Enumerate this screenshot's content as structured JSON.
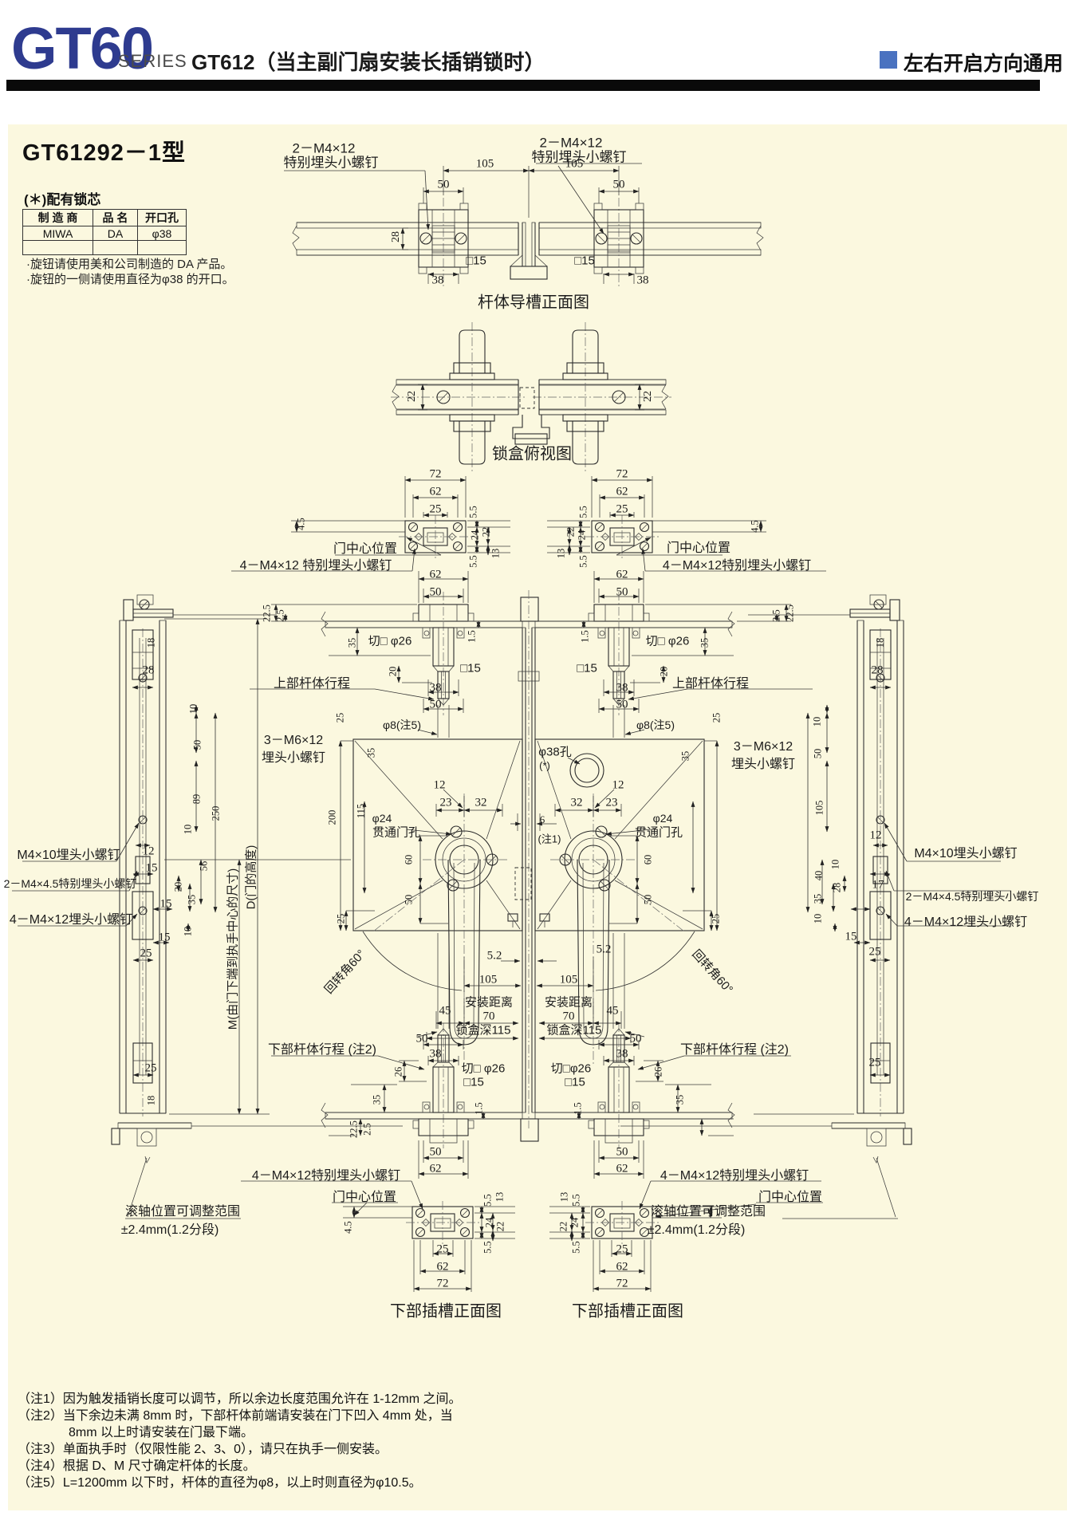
{
  "header": {
    "series": "GT60",
    "series_label": "SERIES",
    "model": "GT612（当主副门扇安装长插销锁时）",
    "badge": "左右开启方向通用",
    "accent_color": "#2e3b8f",
    "badge_color": "#4a72c0"
  },
  "title": "GT61292－1型",
  "lock_core": {
    "caption": "(＊)配有锁芯",
    "table": {
      "headers": [
        "制 造 商",
        "品 名",
        "开口孔"
      ],
      "rows": [
        [
          "MIWA",
          "DA",
          "φ38"
        ],
        [
          "",
          "",
          ""
        ]
      ]
    },
    "notes": [
      "·旋钮请使用美和公司制造的 DA 产品。",
      "·旋钮的一侧请使用直径为φ38 的开口。"
    ]
  },
  "footnotes": [
    "（注1）因为触发插销长度可以调节，所以余边长度范围允许在 1-12mm 之间。",
    "（注2）当下余边未满 8mm 时，下部杆体前端请安装在门下凹入 4mm 处，当",
    "　　　　8mm 以上时请安装在门最下端。",
    "（注3）单面执手时（仅限性能 2、3、0），请只在执手一侧安装。",
    "（注4）根据 D、M 尺寸确定杆体的长度。",
    "（注5）L=1200mm 以下时，杆体的直径为φ8，以上时则直径为φ10.5。"
  ],
  "diagram": {
    "captions": [
      "杆体导槽正面图",
      "锁盒俯视图",
      "下部插槽正面图"
    ],
    "labels": [
      [
        "2－M4×12",
        406,
        184,
        0,
        17
      ],
      [
        "特别埋头小螺钉",
        415,
        202,
        0,
        17
      ],
      [
        "2－M4×12",
        716,
        177,
        0,
        17
      ],
      [
        "特别埋头小螺钉",
        726,
        195,
        0,
        17
      ],
      [
        "105",
        608,
        206
      ],
      [
        "105",
        720,
        206
      ],
      [
        "50",
        556,
        232
      ],
      [
        "50",
        776,
        232
      ],
      [
        "28",
        497,
        297,
        -90,
        14
      ],
      [
        "□15",
        597,
        327,
        0,
        15
      ],
      [
        "□15",
        733,
        327,
        0,
        15
      ],
      [
        "38",
        549,
        352
      ],
      [
        "38",
        806,
        352
      ],
      [
        "杆体导槽正面图",
        669,
        377,
        0,
        20
      ],
      [
        "22",
        517,
        497,
        -90,
        14
      ],
      [
        "22",
        813,
        497,
        -90,
        14
      ],
      [
        "锁盒俯视图",
        667,
        567,
        0,
        20
      ],
      [
        "72",
        546,
        595
      ],
      [
        "62",
        546,
        617
      ],
      [
        "25",
        546,
        639
      ],
      [
        "5.5",
        594,
        642,
        -90,
        12.5
      ],
      [
        "24",
        596,
        671,
        -90,
        12.5
      ],
      [
        "22",
        610,
        667,
        -90,
        12.5
      ],
      [
        "13",
        622,
        694,
        -90,
        12.5
      ],
      [
        "5.5",
        594,
        704,
        -90,
        12.5
      ],
      [
        "4.5",
        378,
        657,
        -90,
        12.5
      ],
      [
        "门中心位置",
        458,
        686,
        0,
        16
      ],
      [
        "4－M4×12 特别埋头小螺钉",
        396,
        707,
        0,
        16
      ],
      [
        "72",
        780,
        595
      ],
      [
        "62",
        780,
        617
      ],
      [
        "25",
        780,
        639
      ],
      [
        "5.5",
        732,
        642,
        -90,
        12.5
      ],
      [
        "24",
        730,
        671,
        -90,
        12.5
      ],
      [
        "22",
        716,
        667,
        -90,
        12.5
      ],
      [
        "13",
        704,
        694,
        -90,
        12.5
      ],
      [
        "5.5",
        732,
        704,
        -90,
        12.5
      ],
      [
        "4.5",
        947,
        660,
        -90,
        12.5
      ],
      [
        "门中心位置",
        876,
        685,
        0,
        16
      ],
      [
        "4－M4×12特别埋头小螺钉",
        924,
        707,
        0,
        16
      ],
      [
        "62",
        546,
        721
      ],
      [
        "50",
        546,
        743
      ],
      [
        "62",
        780,
        721
      ],
      [
        "50",
        780,
        743
      ],
      [
        "22.5",
        335,
        769,
        -90,
        12.5
      ],
      [
        "2.5",
        352,
        772,
        -90,
        12.5
      ],
      [
        "22.5",
        991,
        769,
        -90,
        12.5
      ],
      [
        "2.5",
        974,
        772,
        -90,
        12.5
      ],
      [
        "35",
        442,
        806,
        -90,
        12.5
      ],
      [
        "35",
        884,
        806,
        -90,
        12.5
      ],
      [
        "切□ φ26",
        489,
        803,
        0,
        15
      ],
      [
        "切□ φ26",
        837,
        803,
        0,
        15
      ],
      [
        "1.5",
        592,
        798,
        -90,
        12.5
      ],
      [
        "1.5",
        734,
        798,
        -90,
        12.5
      ],
      [
        "20",
        493,
        842,
        -90,
        12.5
      ],
      [
        "20",
        833,
        842,
        -90,
        12.5
      ],
      [
        "上部杆体行程",
        391,
        855,
        0,
        16
      ],
      [
        "上部杆体行程",
        891,
        855,
        0,
        16
      ],
      [
        "□15",
        590,
        838,
        0,
        15
      ],
      [
        "□15",
        736,
        838,
        0,
        15
      ],
      [
        "38",
        546,
        863
      ],
      [
        "50",
        546,
        884
      ],
      [
        "38",
        780,
        863
      ],
      [
        "50",
        780,
        884
      ],
      [
        "25",
        427,
        900,
        -90,
        12.5
      ],
      [
        "25",
        899,
        900,
        -90,
        12.5
      ],
      [
        "φ8(注5)",
        504,
        909,
        0,
        14
      ],
      [
        "φ8(注5)",
        822,
        909,
        0,
        14
      ],
      [
        "3－M6×12",
        368,
        926,
        0,
        16
      ],
      [
        "埋头小螺钉",
        368,
        948,
        0,
        16
      ],
      [
        "3－M6×12",
        957,
        934,
        0,
        16
      ],
      [
        "埋头小螺钉",
        957,
        956,
        0,
        16
      ],
      [
        "φ38孔",
        696,
        942,
        0,
        15
      ],
      [
        "(*)",
        683,
        960,
        0,
        13
      ],
      [
        "35",
        466,
        944,
        -90,
        12.5
      ],
      [
        "35",
        860,
        948,
        -90,
        12.5
      ],
      [
        "12",
        551,
        985
      ],
      [
        "23",
        559,
        1007
      ],
      [
        "32",
        603,
        1007
      ],
      [
        "12",
        775,
        985
      ],
      [
        "32",
        723,
        1007
      ],
      [
        "23",
        767,
        1007
      ],
      [
        "200",
        417,
        1025,
        -90,
        12.5
      ],
      [
        "115",
        453,
        1017,
        -90,
        12.5
      ],
      [
        "φ24",
        479,
        1026,
        0,
        14
      ],
      [
        "贯通门孔",
        497,
        1043,
        0,
        15
      ],
      [
        "φ24",
        831,
        1026,
        0,
        14
      ],
      [
        "贯通门孔",
        826,
        1043,
        0,
        15
      ],
      [
        "60",
        513,
        1078,
        -90,
        12.5
      ],
      [
        "50",
        513,
        1128,
        -90,
        12.5
      ],
      [
        "60",
        813,
        1078,
        -90,
        12.5
      ],
      [
        "50",
        813,
        1128,
        -90,
        12.5
      ],
      [
        "6",
        680,
        1028,
        0,
        13
      ],
      [
        "(注1)",
        689,
        1051,
        0,
        13
      ],
      [
        "25",
        428,
        1152,
        -90,
        12.5
      ],
      [
        "25",
        898,
        1152,
        -90,
        12.5
      ],
      [
        "回转角60°",
        432,
        1218,
        -48,
        15
      ],
      [
        "回转角60°",
        894,
        1218,
        48,
        15
      ],
      [
        "5.2",
        620,
        1199
      ],
      [
        "5.2",
        757,
        1191
      ],
      [
        "105",
        612,
        1229
      ],
      [
        "105",
        713,
        1229
      ],
      [
        "安装距离",
        613,
        1256,
        0,
        15
      ],
      [
        "70",
        613,
        1275
      ],
      [
        "45",
        558,
        1268
      ],
      [
        "锁盒深115",
        606,
        1291,
        0,
        15
      ],
      [
        "安装距离",
        713,
        1256,
        0,
        15
      ],
      [
        "70",
        713,
        1275
      ],
      [
        "45",
        768,
        1268
      ],
      [
        "锁盒深115",
        720,
        1291,
        0,
        15
      ],
      [
        "下部杆体行程 (注2)",
        404,
        1314,
        0,
        16
      ],
      [
        "下部杆体行程 (注2)",
        921,
        1314,
        0,
        16
      ],
      [
        "50",
        529,
        1303
      ],
      [
        "38",
        546,
        1322
      ],
      [
        "50",
        797,
        1303
      ],
      [
        "38",
        780,
        1322
      ],
      [
        "26",
        500,
        1344,
        -90,
        12.5
      ],
      [
        "26",
        826,
        1344,
        -90,
        12.5
      ],
      [
        "切□ φ26",
        606,
        1339,
        0,
        15
      ],
      [
        "切□φ26",
        716,
        1339,
        0,
        15
      ],
      [
        "□15",
        594,
        1357,
        0,
        15
      ],
      [
        "□15",
        721,
        1357,
        0,
        15
      ],
      [
        "35",
        473,
        1379,
        -90,
        12.5
      ],
      [
        "35",
        853,
        1379,
        -90,
        12.5
      ],
      [
        "1.5",
        601,
        1390,
        -90,
        12.5
      ],
      [
        "1.5",
        725,
        1390,
        -90,
        12.5
      ],
      [
        "22.5",
        444,
        1416,
        -90,
        12.5
      ],
      [
        "2.5",
        461,
        1416,
        -90,
        12.5
      ],
      [
        "50",
        546,
        1445
      ],
      [
        "62",
        546,
        1466
      ],
      [
        "50",
        780,
        1445
      ],
      [
        "62",
        780,
        1466
      ],
      [
        "4－M4×12特别埋头小螺钉",
        409,
        1472,
        0,
        16
      ],
      [
        "4－M4×12特别埋头小螺钉",
        921,
        1472,
        0,
        16
      ],
      [
        "门中心位置",
        457,
        1499,
        0,
        16
      ],
      [
        "门中心位置",
        991,
        1499,
        0,
        16
      ],
      [
        "4.5",
        437,
        1539,
        -90,
        12.5
      ],
      [
        "5.5",
        612,
        1505,
        -90,
        12.5
      ],
      [
        "13",
        627,
        1501,
        -90,
        12.5
      ],
      [
        "24",
        614,
        1533,
        -90,
        12.5
      ],
      [
        "22",
        628,
        1538,
        -90,
        12.5
      ],
      [
        "5.5",
        612,
        1564,
        -90,
        12.5
      ],
      [
        "25",
        555,
        1567
      ],
      [
        "62",
        555,
        1589
      ],
      [
        "72",
        555,
        1610
      ],
      [
        "5.5",
        723,
        1505,
        -90,
        12.5
      ],
      [
        "13",
        708,
        1501,
        -90,
        12.5
      ],
      [
        "24",
        721,
        1533,
        -90,
        12.5
      ],
      [
        "22",
        707,
        1538,
        -90,
        12.5
      ],
      [
        "5.5",
        723,
        1564,
        -90,
        12.5
      ],
      [
        "25",
        780,
        1567
      ],
      [
        "62",
        780,
        1589
      ],
      [
        "72",
        780,
        1610
      ],
      [
        "下部插槽正面图",
        559,
        1642,
        0,
        20
      ],
      [
        "下部插槽正面图",
        787,
        1642,
        0,
        20
      ],
      [
        "18",
        190,
        806,
        -90,
        12.5
      ],
      [
        "28",
        186,
        841
      ],
      [
        "10",
        243,
        889,
        -90,
        12.5
      ],
      [
        "50",
        248,
        934,
        -90,
        12.5
      ],
      [
        "89",
        247,
        1002,
        -90,
        12.5
      ],
      [
        "250",
        271,
        1020,
        -90,
        12.5
      ],
      [
        "10",
        236,
        1040,
        -90,
        12.5
      ],
      [
        "12",
        186,
        1068
      ],
      [
        "15",
        190,
        1089
      ],
      [
        "56",
        256,
        1086,
        -90,
        12.5
      ],
      [
        "20",
        224,
        1112,
        -90,
        12.5
      ],
      [
        "35",
        241,
        1128,
        -90,
        12.5
      ],
      [
        "15",
        208,
        1134
      ],
      [
        "10",
        236,
        1168,
        -90,
        12.5
      ],
      [
        "15",
        206,
        1176
      ],
      [
        "25",
        183,
        1196
      ],
      [
        "25",
        189,
        1340
      ],
      [
        "18",
        190,
        1380,
        -90,
        12.5
      ],
      [
        "M4×10埋头小螺钉",
        86,
        1070,
        0,
        16
      ],
      [
        "2－M4×4.5特别埋头小螺钉",
        88,
        1108,
        0,
        14
      ],
      [
        "4－M4×12埋头小螺钉",
        89,
        1151,
        0,
        16
      ],
      [
        "滚轴位置可调整范围",
        229,
        1517,
        0,
        16
      ],
      [
        "±2.4mm(1.2分段)",
        213,
        1540,
        0,
        16
      ],
      [
        "D(门的高度)",
        314,
        1100,
        -90,
        15
      ],
      [
        "M(由门下端到执手中心的尺寸)",
        291,
        1190,
        -90,
        15
      ],
      [
        "18",
        1104,
        806,
        -90,
        12.5
      ],
      [
        "28",
        1100,
        841
      ],
      [
        "10",
        1025,
        905,
        -90,
        12.5
      ],
      [
        "50",
        1026,
        945,
        -90,
        12.5
      ],
      [
        "105",
        1028,
        1013,
        -90,
        12.5
      ],
      [
        "12",
        1098,
        1048
      ],
      [
        "10",
        1048,
        1084,
        -90,
        12.5
      ],
      [
        "40",
        1027,
        1098,
        -90,
        12.5
      ],
      [
        "28",
        1050,
        1113,
        -90,
        12.5
      ],
      [
        "35",
        1026,
        1127,
        -90,
        12.5
      ],
      [
        "10",
        1026,
        1152,
        -90,
        12.5
      ],
      [
        "17",
        1101,
        1110
      ],
      [
        "15",
        1067,
        1175
      ],
      [
        "25",
        1097,
        1194
      ],
      [
        "25",
        1097,
        1333
      ],
      [
        "M4×10埋头小螺钉",
        1211,
        1068,
        0,
        16
      ],
      [
        "2－M4×4.5特别埋头小螺钉",
        1219,
        1124,
        0,
        14
      ],
      [
        "4－M4×12埋头小螺钉",
        1211,
        1154,
        0,
        16
      ],
      [
        "滚轴位置可调整范围",
        888,
        1517,
        0,
        16
      ],
      [
        "±2.4mm(1.2分段)",
        873,
        1540,
        0,
        16
      ]
    ]
  }
}
